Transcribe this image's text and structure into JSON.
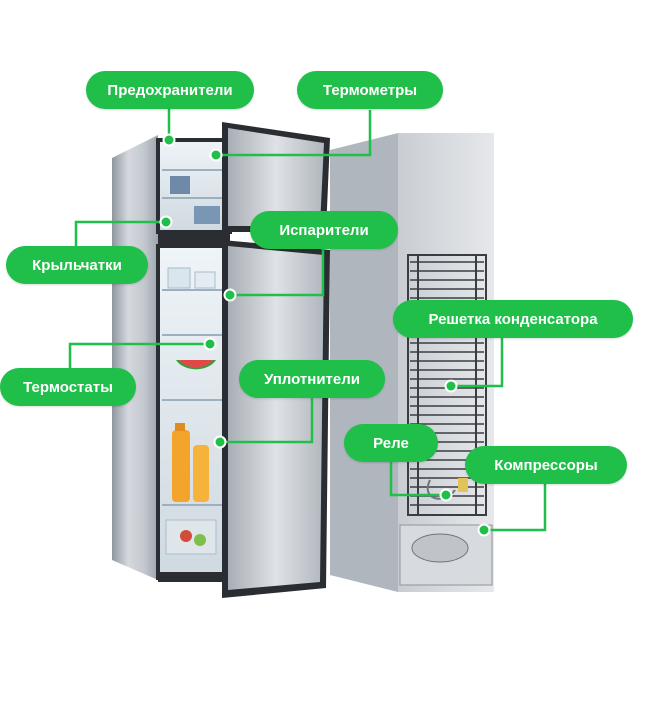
{
  "labels": {
    "fuses": "Предохранители",
    "thermometers": "Термометры",
    "evaporators": "Испарители",
    "fans": "Крыльчатки",
    "condenser_grille": "Решетка конденсатора",
    "thermostats": "Термостаты",
    "seals": "Уплотнители",
    "relay": "Реле",
    "compressors": "Компрессоры"
  },
  "colors": {
    "accent": "#1fbf4a",
    "label_text": "#ffffff",
    "fridge_body": "#b9bfc6",
    "fridge_side": "#9aa1a9",
    "door_frame": "#2a2d31",
    "coil": "#3a3d41"
  }
}
